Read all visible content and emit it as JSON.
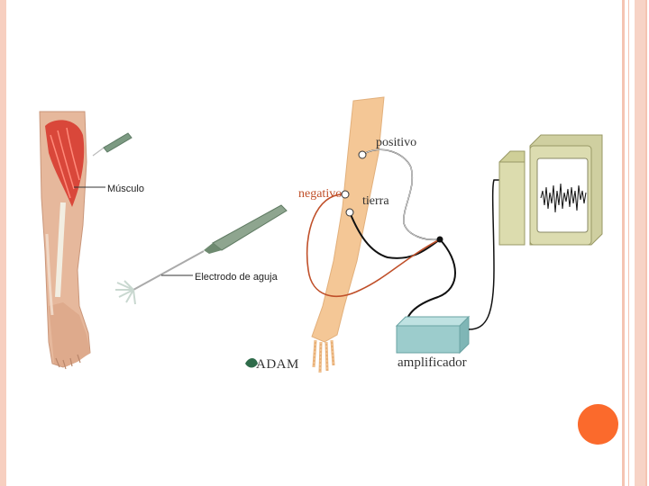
{
  "left_image": {
    "muscle_label": "Músculo",
    "electrode_label": "Electrodo de aguja",
    "logo_text": "ADAM"
  },
  "right_image": {
    "positive_label": "positivo",
    "negative_label": "negativo",
    "ground_label": "tierra",
    "amplifier_label": "amplificador"
  },
  "colors": {
    "border": "#f7cfc0",
    "accent_dot": "#fb6a2c",
    "negative_wire": "#c0502a",
    "amplifier_box": "#9ccccc",
    "monitor": "#d8d8a8"
  }
}
